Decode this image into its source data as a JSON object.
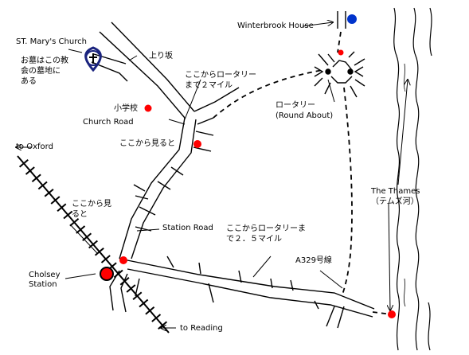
{
  "labels": {
    "winterbrook_house": "Winterbrook House",
    "st_marys_church": "ST. Mary's Church",
    "grave_note": "お墓はこの教\n会の墓地に\nある",
    "uphill": "上り坂",
    "from_here_2mi": "ここからロータリー\nまで２マイル",
    "rotary": "ロータリー\n(Round About)",
    "school": "小学校",
    "church_road": "Church Road",
    "view_from_here_1": "ここから見ると",
    "to_oxford": "to Oxford",
    "view_from_here_2": "ここから見\nると",
    "station_road": "Station Road",
    "from_here_2_5mi": "ここからロータリーま\nで２．５マイル",
    "the_thames": "The Thames\n（テムズ河）",
    "a329": "A329号線",
    "cholsey_station": "Cholsey\nStation",
    "to_reading": "to Reading"
  },
  "colors": {
    "road": "#000000",
    "background": "#ffffff",
    "marker": "#ff0000",
    "station_marker": "#ff0000",
    "house_marker": "#0033cc",
    "church_pin": "#1a237e"
  },
  "icons": {
    "church": "church-pin-icon",
    "house": "house-marker-icon",
    "station": "station-marker-icon",
    "viewpoint": "red-dot-icon",
    "roundabout": "roundabout-icon",
    "railway": "railway-track-icon",
    "river": "river-icon"
  }
}
